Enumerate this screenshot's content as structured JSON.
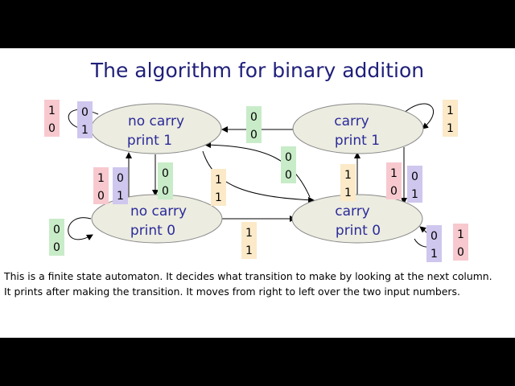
{
  "title": "The algorithm for binary addition",
  "states": [
    {
      "id": "nc1",
      "line1": "no carry",
      "line2": "print 1"
    },
    {
      "id": "c1",
      "line1": "carry",
      "line2": "print 1"
    },
    {
      "id": "nc0",
      "line1": "no carry",
      "line2": "print 0"
    },
    {
      "id": "c0",
      "line1": "carry",
      "line2": "print 0"
    }
  ],
  "transition_labels": [
    {
      "id": "nc1-self-a",
      "top": "1",
      "bottom": "0",
      "color": "#f7c9cf"
    },
    {
      "id": "nc1-self-b",
      "top": "0",
      "bottom": "1",
      "color": "#cfc7ee"
    },
    {
      "id": "c1-to-nc1",
      "top": "0",
      "bottom": "0",
      "color": "#c8ecc8"
    },
    {
      "id": "c1-self",
      "top": "1",
      "bottom": "1",
      "color": "#fbe9c8"
    },
    {
      "id": "nc0-to-nc1-a",
      "top": "1",
      "bottom": "0",
      "color": "#f7c9cf"
    },
    {
      "id": "nc0-to-nc1-b",
      "top": "0",
      "bottom": "1",
      "color": "#cfc7ee"
    },
    {
      "id": "nc1-to-nc0",
      "top": "0",
      "bottom": "0",
      "color": "#c8ecc8"
    },
    {
      "id": "nc1-to-c0",
      "top": "1",
      "bottom": "1",
      "color": "#fbe9c8"
    },
    {
      "id": "c0-to-nc1",
      "top": "0",
      "bottom": "0",
      "color": "#c8ecc8"
    },
    {
      "id": "c0-to-c1",
      "top": "1",
      "bottom": "1",
      "color": "#fbe9c8"
    },
    {
      "id": "c1-to-c0-a",
      "top": "1",
      "bottom": "0",
      "color": "#f7c9cf"
    },
    {
      "id": "c1-to-c0-b",
      "top": "0",
      "bottom": "1",
      "color": "#cfc7ee"
    },
    {
      "id": "nc0-self",
      "top": "0",
      "bottom": "0",
      "color": "#c8ecc8"
    },
    {
      "id": "nc0-to-c0",
      "top": "1",
      "bottom": "1",
      "color": "#fbe9c8"
    },
    {
      "id": "c0-self-a",
      "top": "0",
      "bottom": "1",
      "color": "#cfc7ee"
    },
    {
      "id": "c0-self-b",
      "top": "1",
      "bottom": "0",
      "color": "#f7c9cf"
    }
  ],
  "caption": {
    "line1": "This is a finite state automaton. It decides what transition to make by looking at the next column.",
    "line2": "It prints after making the transition. It moves from right to left over the two input numbers."
  },
  "colors": {
    "state_fill": "#ecece0",
    "state_text": "#2b2b9a",
    "title_text": "#1f1f7a"
  }
}
